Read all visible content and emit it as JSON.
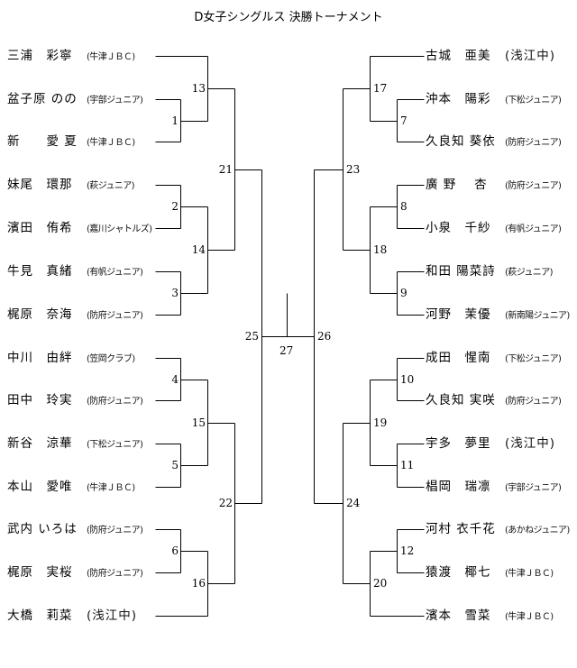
{
  "title": "D女子シングルス 決勝トーナメント",
  "left_players": [
    {
      "name": "三浦　彩寧",
      "team": "(牛津ＪＢＣ)"
    },
    {
      "name": "盆子原 のの",
      "team": "(宇部ジュニア)"
    },
    {
      "name": "新　　愛 夏",
      "team": "(牛津ＪＢＣ)"
    },
    {
      "name": "妹尾　環那",
      "team": "(萩ジュニア)"
    },
    {
      "name": "濱田　侑希",
      "team": "(嘉川シャトルズ)"
    },
    {
      "name": "牛見　真緒",
      "team": "(有帆ジュニア)"
    },
    {
      "name": "梶原　奈海",
      "team": "(防府ジュニア)"
    },
    {
      "name": "中川　由絆",
      "team": "(笠岡クラブ)"
    },
    {
      "name": "田中　玲実",
      "team": "(防府ジュニア)"
    },
    {
      "name": "新谷　涼華",
      "team": "(下松ジュニア)"
    },
    {
      "name": "本山　愛唯",
      "team": "(牛津ＪＢＣ)"
    },
    {
      "name": "武内 いろは",
      "team": "(防府ジュニア)"
    },
    {
      "name": "梶原　実桜",
      "team": "(防府ジュニア)"
    },
    {
      "name": "大橋　莉菜",
      "team": "(浅江中)"
    }
  ],
  "right_players": [
    {
      "name": "古城　亜美",
      "team": "(浅江中)"
    },
    {
      "name": "沖本　陽彩",
      "team": "(下松ジュニア)"
    },
    {
      "name": "久良知 葵依",
      "team": "(防府ジュニア)"
    },
    {
      "name": "廣 野　 杏",
      "team": "(防府ジュニア)"
    },
    {
      "name": "小泉　千紗",
      "team": "(有帆ジュニア)"
    },
    {
      "name": "和田 陽菜詩",
      "team": "(萩ジュニア)"
    },
    {
      "name": "河野　茉優",
      "team": "(新南陽ジュニア)"
    },
    {
      "name": "成田　惺南",
      "team": "(下松ジュニア)"
    },
    {
      "name": "久良知 実咲",
      "team": "(防府ジュニア)"
    },
    {
      "name": "宇多　夢里",
      "team": "(浅江中)"
    },
    {
      "name": "椙岡　瑞凛",
      "team": "(宇部ジュニア)"
    },
    {
      "name": "河村 衣千花",
      "team": "(あかねジュニア)"
    },
    {
      "name": "猿渡　椰七",
      "team": "(牛津ＪＢＣ)"
    },
    {
      "name": "濱本　雪菜",
      "team": "(牛津ＪＢＣ)"
    }
  ],
  "matches": {
    "m1": "1",
    "m2": "2",
    "m3": "3",
    "m4": "4",
    "m5": "5",
    "m6": "6",
    "m7": "7",
    "m8": "8",
    "m9": "9",
    "m10": "10",
    "m11": "11",
    "m12": "12",
    "m13": "13",
    "m14": "14",
    "m15": "15",
    "m16": "16",
    "m17": "17",
    "m18": "18",
    "m19": "19",
    "m20": "20",
    "m21": "21",
    "m22": "22",
    "m23": "23",
    "m24": "24",
    "m25": "25",
    "m26": "26",
    "m27": "27"
  }
}
